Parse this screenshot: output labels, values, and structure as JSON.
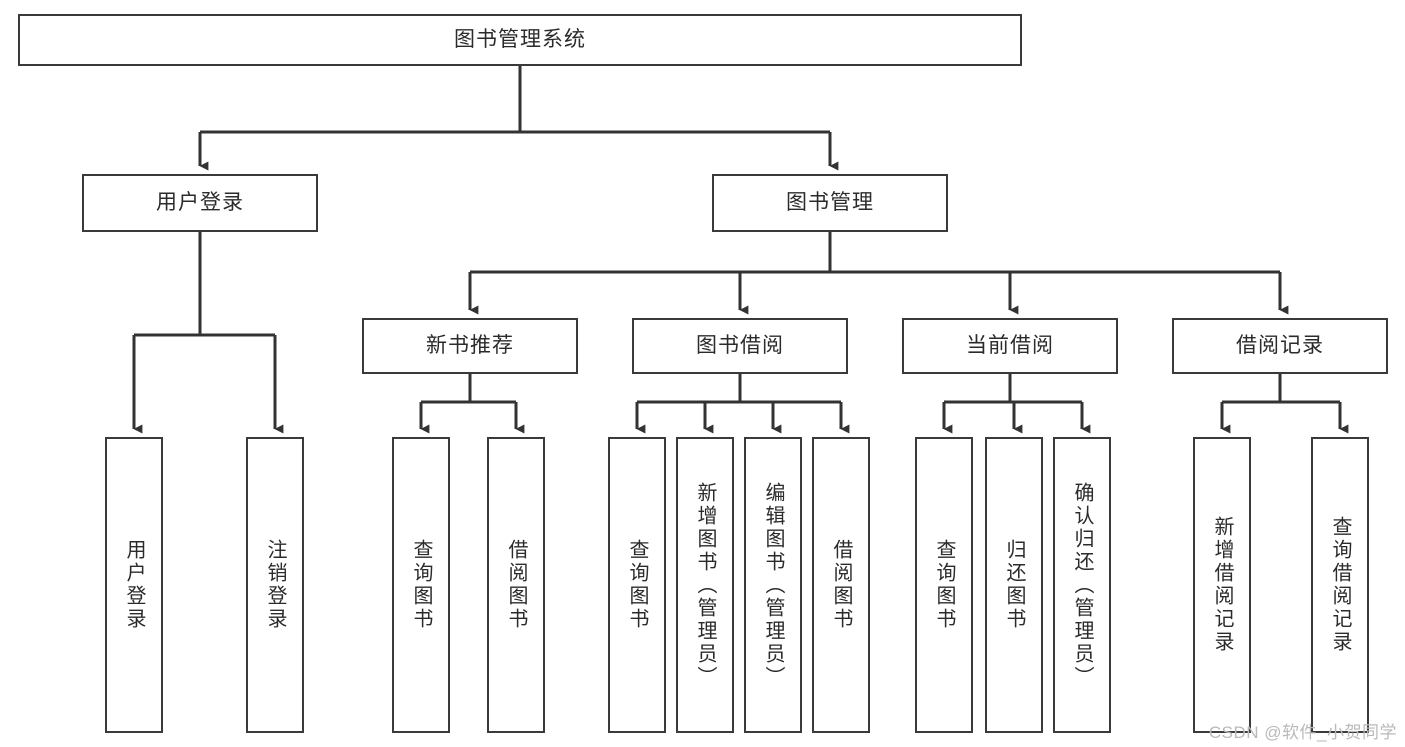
{
  "diagram": {
    "title": "图书管理系统",
    "type": "hierarchy-tree",
    "root": {
      "label": "图书管理系统"
    },
    "level2": [
      {
        "label": "用户登录"
      },
      {
        "label": "图书管理"
      }
    ],
    "level3": [
      {
        "label": "新书推荐"
      },
      {
        "label": "图书借阅"
      },
      {
        "label": "当前借阅"
      },
      {
        "label": "借阅记录"
      }
    ],
    "leaves": {
      "user_login": [
        {
          "label": "用户登录"
        },
        {
          "label": "注销登录"
        }
      ],
      "new_book_recommend": [
        {
          "label": "查询图书"
        },
        {
          "label": "借阅图书"
        }
      ],
      "book_borrow": [
        {
          "label": "查询图书"
        },
        {
          "label": "新增图书（管理员）"
        },
        {
          "label": "编辑图书（管理员）"
        },
        {
          "label": "借阅图书"
        }
      ],
      "current_borrow": [
        {
          "label": "查询图书"
        },
        {
          "label": "归还图书"
        },
        {
          "label": "确认归还（管理员）"
        }
      ],
      "borrow_record": [
        {
          "label": "新增借阅记录"
        },
        {
          "label": "查询借阅记录"
        }
      ]
    }
  },
  "watermark": {
    "text": "CSDN @软件_小贺同学"
  },
  "colors": {
    "border": "#3a3a3a",
    "text": "#2b2b2b",
    "background": "#ffffff",
    "watermark": "#b9b9b9"
  }
}
